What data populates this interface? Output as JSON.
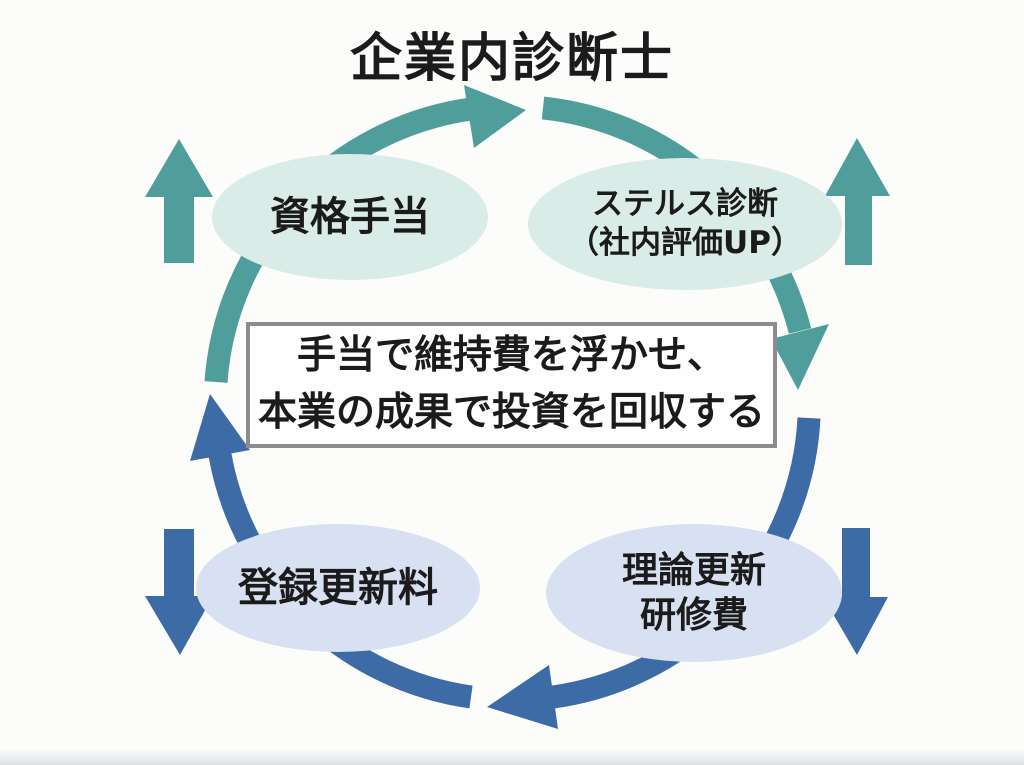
{
  "title": "企業内診断士",
  "center_box": {
    "line1": "手当で維持費を浮かせ、",
    "line2": "本業の成果で投資を回収する"
  },
  "nodes": {
    "top_left": {
      "label": "資格手当"
    },
    "top_right": {
      "line1": "ステルス診断",
      "line2": "（社内評価UP）"
    },
    "bottom_left": {
      "label": "登録更新料"
    },
    "bottom_right": {
      "line1": "理論更新",
      "line2": "研修費"
    }
  },
  "icons": {
    "cycle_direction": "clockwise-cycle-arrows",
    "up_arrows": "up-arrow",
    "down_arrows": "down-arrow"
  },
  "colors": {
    "teal": "#4f9e9b",
    "blue": "#3d6ba5",
    "mint-fill": "#d9ece7",
    "blue-fill": "#d8e1f1",
    "box-border": "#8c8c8c",
    "text": "#1b1b1b",
    "background": "#fcfcfa"
  }
}
